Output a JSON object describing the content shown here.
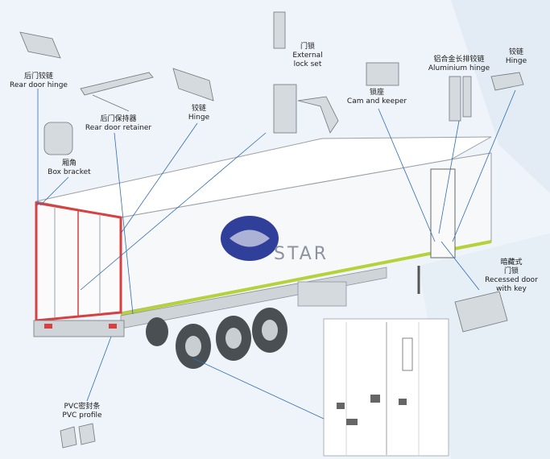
{
  "labels": {
    "rear_door_hinge": {
      "zh": "后门铰链",
      "en": "Rear door hinge"
    },
    "rear_door_retainer": {
      "zh": "后门保持器",
      "en": "Rear door retainer"
    },
    "hinge_center": {
      "zh": "铰链",
      "en": "Hinge"
    },
    "box_bracket": {
      "zh": "厢角",
      "en": "Box bracket"
    },
    "external_lock": {
      "zh": "门锁",
      "en1": "External",
      "en2": "lock set"
    },
    "cam_keeper": {
      "zh": "锁座",
      "en": "Cam and keeper"
    },
    "aluminium_hinge": {
      "zh": "铝合金长排铰链",
      "en": "Aluminium hinge"
    },
    "hinge_right": {
      "zh": "铰链",
      "en": "Hinge"
    },
    "recessed_lock": {
      "zh1": "暗藏式",
      "zh2": "门锁",
      "en1": "Recessed door",
      "en2": "with key"
    },
    "pvc_profile": {
      "zh": "PVC密封条",
      "en": "PVC profile"
    }
  },
  "brand": {
    "logo_text": "STAR"
  },
  "colors": {
    "accent_line": "#2f6db5",
    "door_frame": "#d64040",
    "trim": "#b7d13a"
  }
}
